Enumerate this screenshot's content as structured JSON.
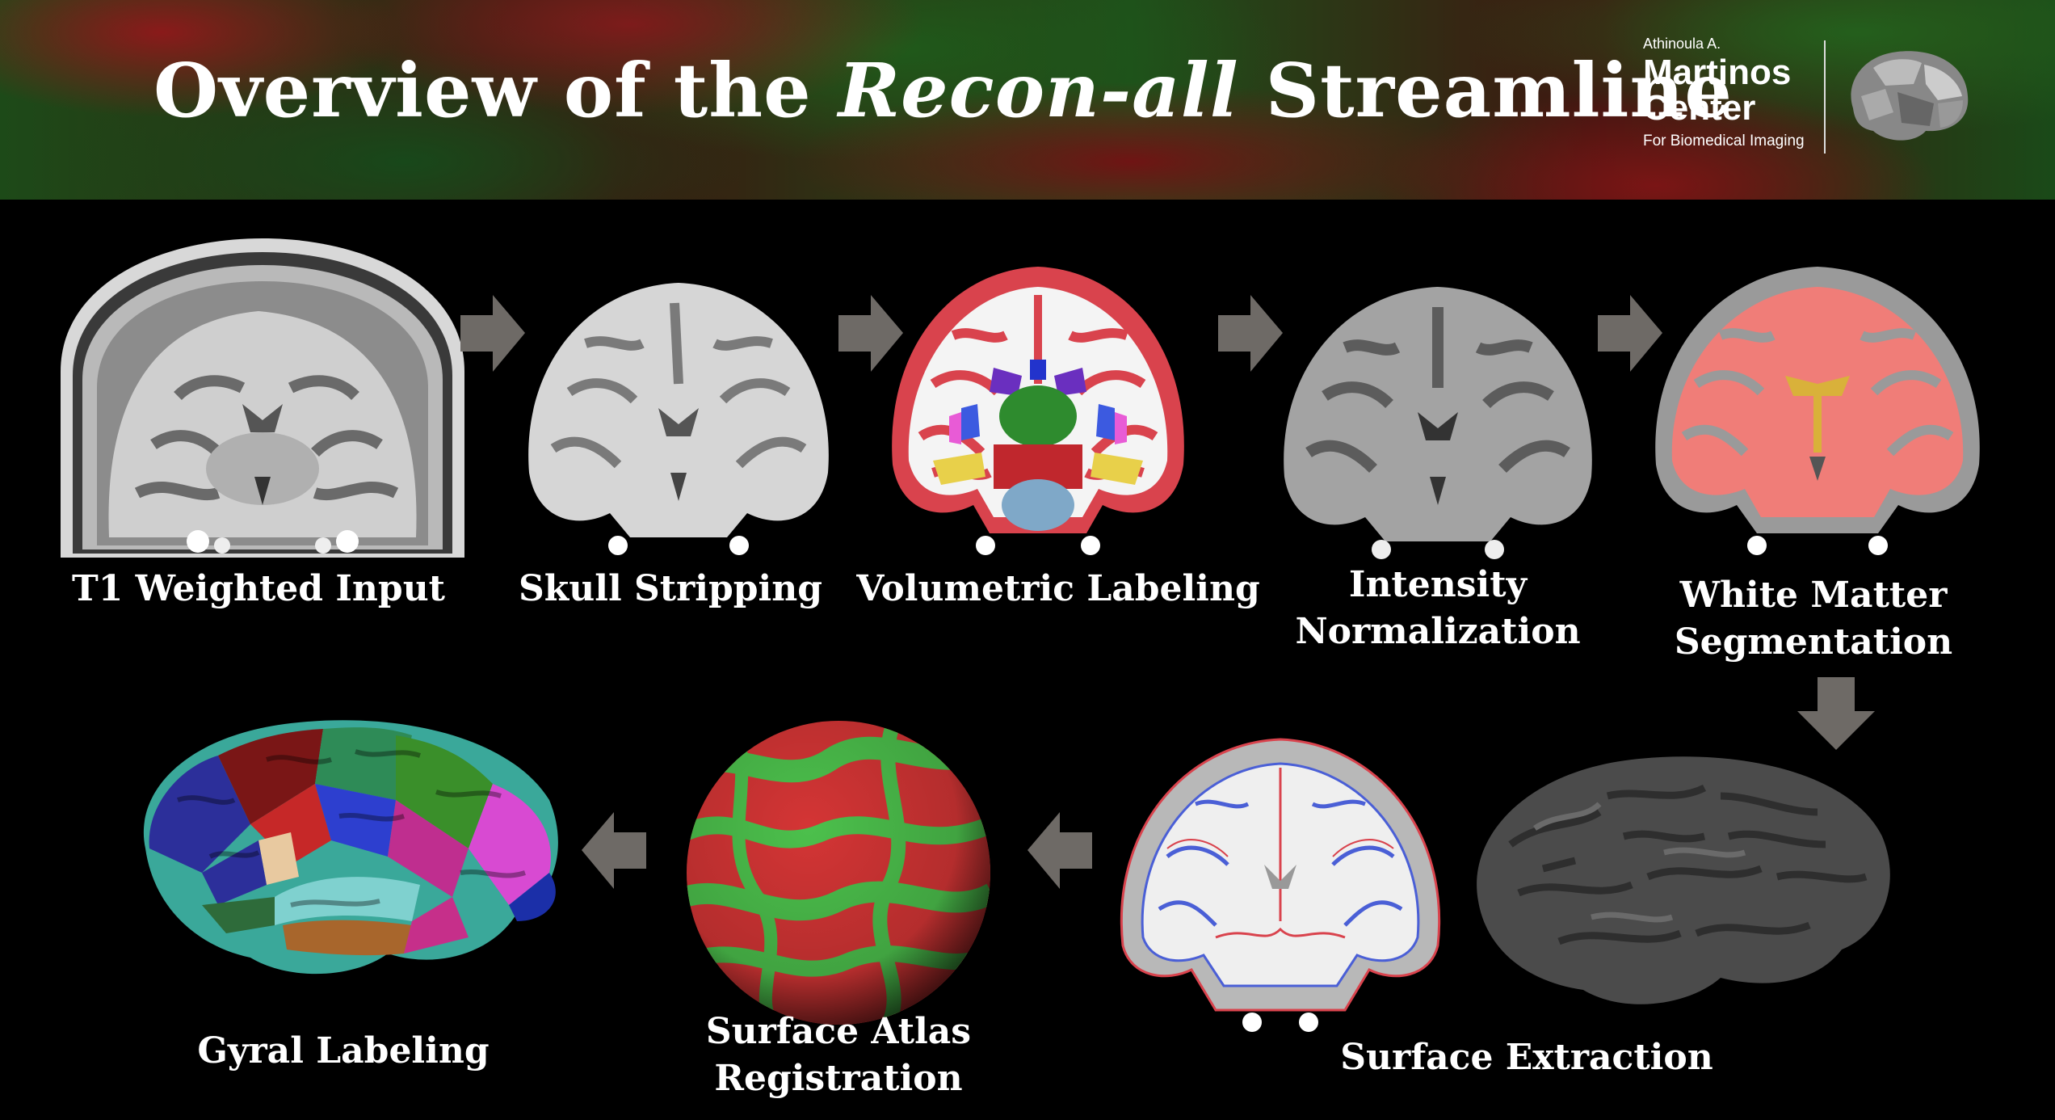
{
  "header": {
    "title_part1": "Overview of the ",
    "title_italic": "Recon-all",
    "title_part2": " Streamline",
    "logo": {
      "pre": "Athinoula A.",
      "line1": "Martinos",
      "line2": "Center",
      "sub": "For Biomedical Imaging"
    }
  },
  "steps": {
    "t1": "T1 Weighted Input",
    "skull": "Skull Stripping",
    "volumetric": "Volumetric Labeling",
    "intensity_1": "Intensity",
    "intensity_2": "Normalization",
    "wm_1": "White Matter",
    "wm_2": "Segmentation",
    "surface": "Surface Extraction",
    "atlas_1": "Surface Atlas",
    "atlas_2": "Registration",
    "gyral": "Gyral Labeling"
  },
  "colors": {
    "arrow": "#6e6a66",
    "label_red": "#d9434d",
    "wm_pink": "#f07d78",
    "atlas_green": "#4cc04c",
    "atlas_red": "#d43535"
  }
}
